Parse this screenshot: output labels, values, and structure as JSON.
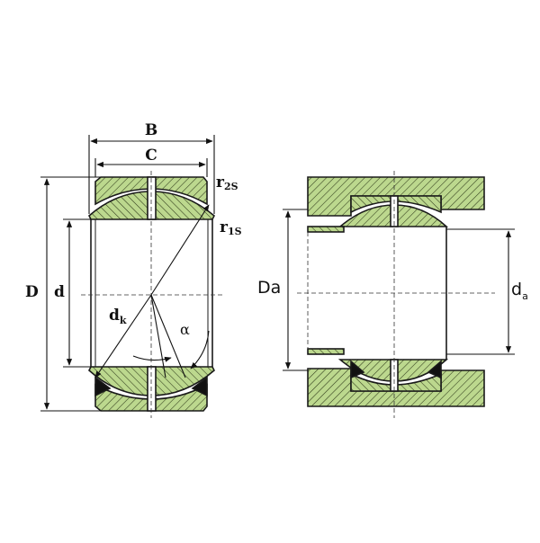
{
  "labels": {
    "B": "B",
    "C": "C",
    "D": "D",
    "d": "d",
    "dk_main": "d",
    "dk_sub": "k",
    "alpha": "α",
    "r2s_main": "r",
    "r2s_sub": "2S",
    "r1s_main": "r",
    "r1s_sub": "1S",
    "Da": "Da",
    "da_main": "d",
    "da_sub": "a"
  },
  "colors": {
    "fill": "#bcd88e",
    "line": "#1a1a1a",
    "background": "#ffffff"
  }
}
